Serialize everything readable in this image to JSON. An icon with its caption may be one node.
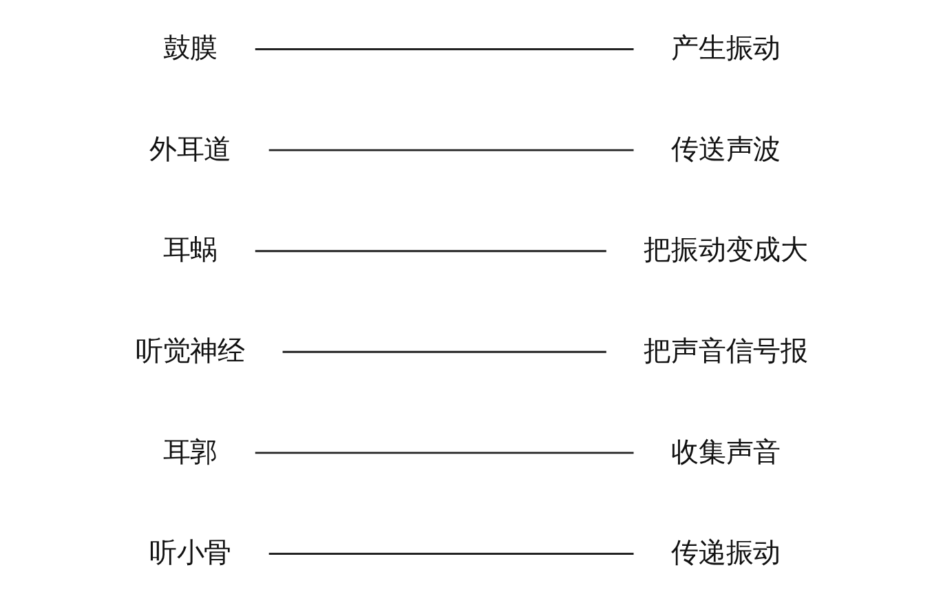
{
  "diagram": {
    "nodes": [
      {
        "text": [
          "鼓膜"
        ]
      },
      {
        "text": [
          "外耳道"
        ]
      },
      {
        "text": [
          "耳蜗"
        ]
      },
      {
        "text": [
          "听觉神经"
        ]
      },
      {
        "text": [
          "耳郭"
        ]
      },
      {
        "text": [
          "听小骨"
        ]
      },
      {
        "text": [
          "收集声音"
        ]
      },
      {
        "text": [
          "把声音信号报"
        ]
      },
      {
        "text": [
          "把振动变成大"
        ]
      },
      {
        "text": [
          "传递振动"
        ]
      },
      {
        "text": [
          "传送声波"
        ]
      },
      {
        "text": [
          "产生振动"
        ]
      }
    ],
    "edges": [
      {
        "from": 0,
        "to": 11,
        "arrow": "none"
      },
      {
        "from": 1,
        "to": 10,
        "arrow": "none"
      },
      {
        "from": 2,
        "to": 8,
        "arrow": "none"
      },
      {
        "from": 3,
        "to": 7,
        "arrow": "none"
      },
      {
        "from": 4,
        "to": 6,
        "arrow": "none"
      },
      {
        "from": 5,
        "to": 9,
        "arrow": "none"
      }
    ]
  }
}
